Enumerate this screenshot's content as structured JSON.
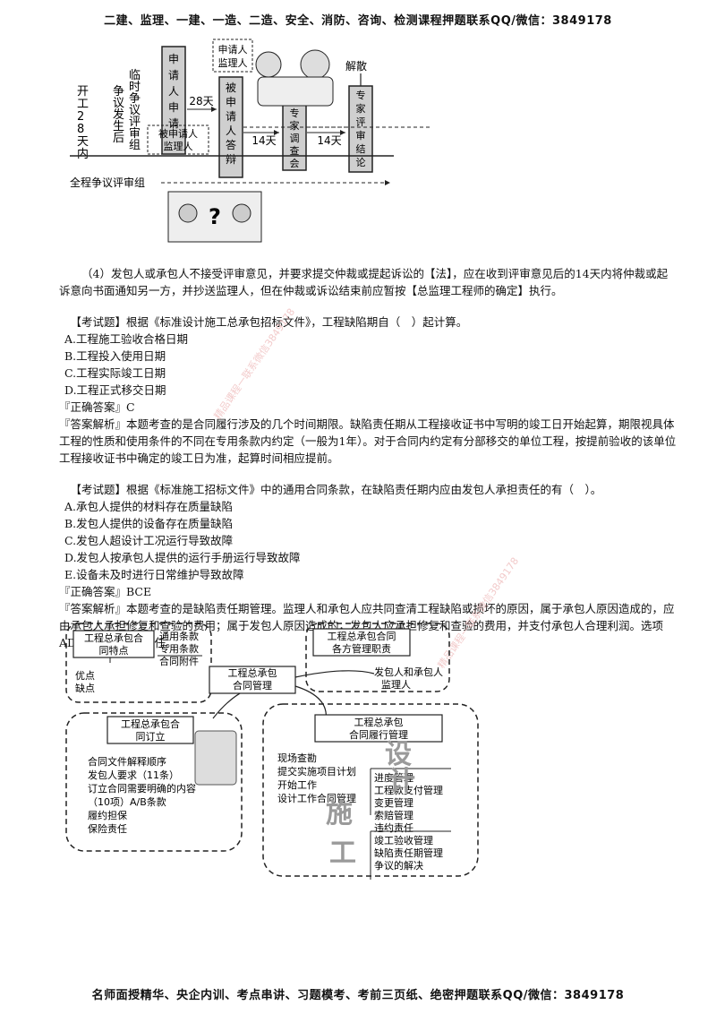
{
  "header": "二建、监理、一建、一造、二造、安全、消防、咨询、检测课程押题联系QQ/微信：3849178",
  "footer": "名师面授精华、央企内训、考点串讲、习题模考、考前三页纸、绝密押题联系QQ/微信：3849178",
  "watermark": "精品课程一联系微信3849178",
  "flow": {
    "start": "开工28天内",
    "dispute": "争议发生后",
    "temp_board": "临时争议评审组",
    "applicant": "申请人申请",
    "respondent_box": "被申请人监理人",
    "days28": "28天",
    "top_box": "申请人监理人",
    "respondent_answer": "被申请人答辩",
    "days14a": "14天",
    "expert_survey": "专家调查会",
    "days14b": "14天",
    "dissolve": "解散",
    "expert_conclusion": "专家评审结论",
    "whole_board": "全程争议评审组"
  },
  "para4": "（4）发包人或承包人不接受评审意见，并要求提交仲裁或提起诉讼的【法】，应在收到评审意见后的14天内将仲裁或起诉意向书面通知另一方，并抄送监理人，但在仲裁或诉讼结束前应暂按【总监理工程师的确定】执行。",
  "q1": {
    "stem": "【考试题】根据《标准设计施工总承包招标文件》，工程缺陷期自（　）起计算。",
    "options": [
      "A.工程施工验收合格日期",
      "B.工程投入使用日期",
      "C.工程实际竣工日期",
      "D.工程正式移交日期"
    ],
    "answer": "『正确答案』C",
    "analysis": "『答案解析』本题考查的是合同履行涉及的几个时间期限。缺陷责任期从工程接收证书中写明的竣工日开始起算，期限视具体工程的性质和使用条件的不同在专用条款内约定（一般为1年）。对于合同内约定有分部移交的单位工程，按提前验收的该单位工程接收证书中确定的竣工日为准，起算时间相应提前。"
  },
  "q2": {
    "stem": "【考试题】根据《标准施工招标文件》中的通用合同条款，在缺陷责任期内应由发包人承担责任的有（　）。",
    "options": [
      "A.承包人提供的材料存在质量缺陷",
      "B.发包人提供的设备存在质量缺陷",
      "C.发包人超设计工况运行导致故障",
      "D.发包人按承包人提供的运行手册运行导致故障",
      "E.设备未及时进行日常维护导致故障"
    ],
    "answer": "『正确答案』BCE",
    "analysis": "『答案解析』本题考查的是缺陷责任期管理。监理人和承包人应共同查清工程缺陷或损坏的原因，属于承包人原因造成的，应由承包人承担修复和查验的费用；属于发包人原因造成的，发包人应承担修复和查验的费用，并支付承包人合理利润。选项AD属于承包人的责任。"
  },
  "mind": {
    "center": [
      "工程总承包",
      "合同管理"
    ],
    "tl_title": [
      "工程总承包合",
      "同特点"
    ],
    "tl_list": [
      "通用条款",
      "专用条款",
      "合同附件"
    ],
    "tl_sub": [
      "优点",
      "缺点"
    ],
    "tr_title": [
      "工程总承包合同",
      "各方管理职责"
    ],
    "tr_list": [
      "发包人和承包人",
      "监理人"
    ],
    "bl_title": [
      "工程总承包合",
      "同订立"
    ],
    "bl_list": [
      "合同文件解释顺序",
      "发包人要求（11条）",
      "订立合同需要明确的内容",
      "（10项）A/B条款",
      "履约担保",
      "保险责任"
    ],
    "br_title": [
      "工程总承包",
      "合同履行管理"
    ],
    "br_left": [
      "现场查勘",
      "提交实施项目计划",
      "开始工作",
      "设计工作合同管理"
    ],
    "br_mid": [
      "进度管理",
      "工程款支付管理",
      "变更管理",
      "索赔管理",
      "违约责任"
    ],
    "br_low": [
      "竣工验收管理",
      "缺陷责任期管理",
      "争议的解决"
    ],
    "br_big1": [
      "设",
      "计"
    ],
    "br_big2": [
      "施",
      "工"
    ]
  }
}
